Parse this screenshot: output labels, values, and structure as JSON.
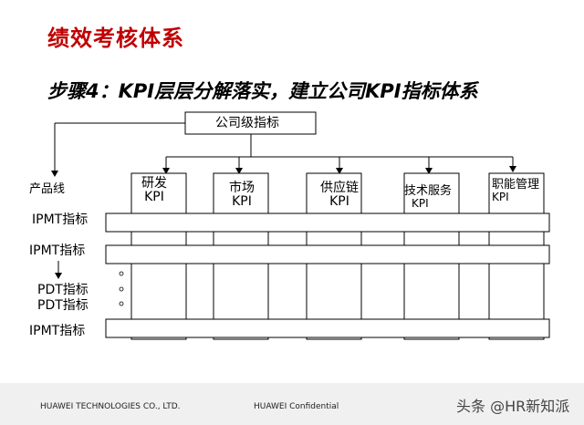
{
  "title": "绩效考核体系",
  "subtitle": "步骤4：KPI层层分解落实，建立公司KPI指标体系",
  "company_box": "公司级指标",
  "product_line": "产品线",
  "departments": [
    {
      "line1": "研发",
      "line2": "KPI"
    },
    {
      "line1": "市场",
      "line2": "KPI"
    },
    {
      "line1": "供应链",
      "line2": "KPI"
    },
    {
      "line1": "技术服务",
      "line2": "KPI"
    },
    {
      "line1": "职能管理",
      "line2": "KPI"
    }
  ],
  "rows": {
    "ipmt1": "IPMT指标",
    "ipmt2": "IPMT指标",
    "pdt1": "PDT指标",
    "pdt2": "PDT指标",
    "ipmt3": "IPMT指标"
  },
  "footer": {
    "left": "HUAWEI TECHNOLOGIES CO., LTD.",
    "middle": "HUAWEI Confidential"
  },
  "watermark": "头条 @HR新知派"
}
